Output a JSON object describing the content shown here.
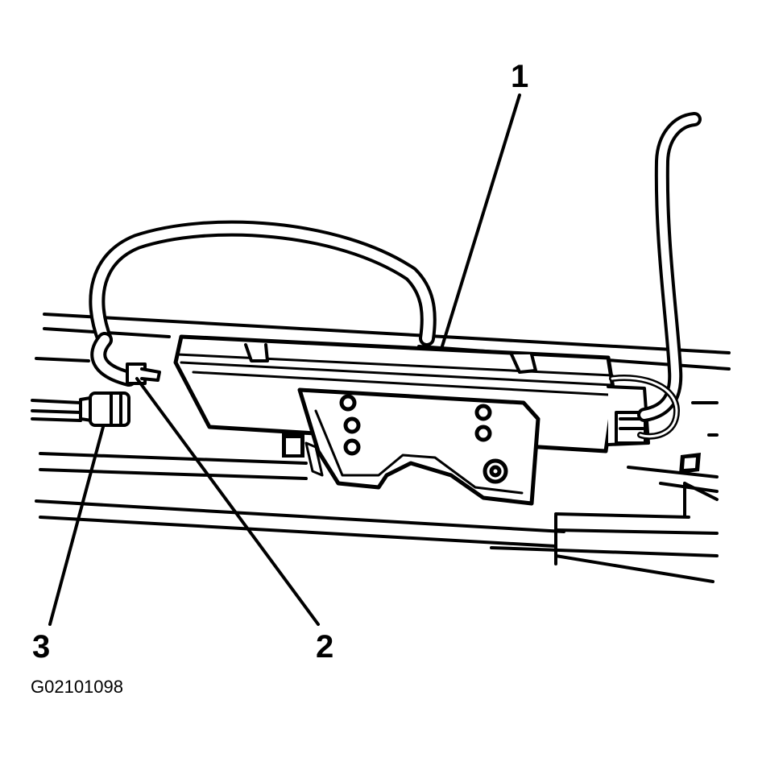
{
  "callouts": [
    {
      "id": "1",
      "label": "1"
    },
    {
      "id": "2",
      "label": "2"
    },
    {
      "id": "3",
      "label": "3"
    }
  ],
  "figure_code": "G02101098",
  "colors": {
    "ink": "#000000",
    "paper": "#ffffff"
  }
}
